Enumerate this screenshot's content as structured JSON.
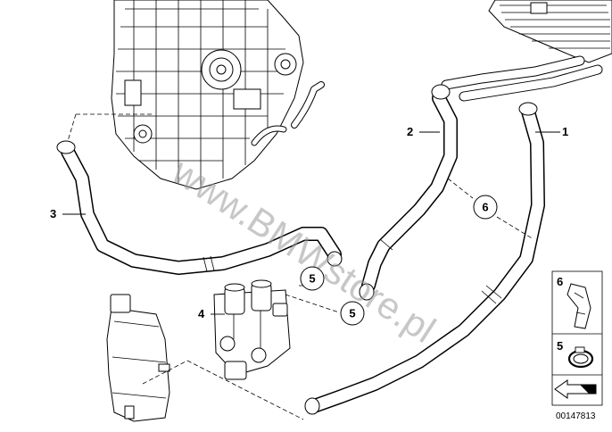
{
  "callouts": {
    "part_1": "1",
    "part_2": "2",
    "part_3": "3",
    "part_4": "4",
    "circle_6_main": "6",
    "circle_5_upper": "5",
    "circle_5_lower": "5"
  },
  "legend": {
    "item_6": "6",
    "item_5": "5"
  },
  "watermark": "www.BMWstore.pl",
  "document_id": "00147813"
}
